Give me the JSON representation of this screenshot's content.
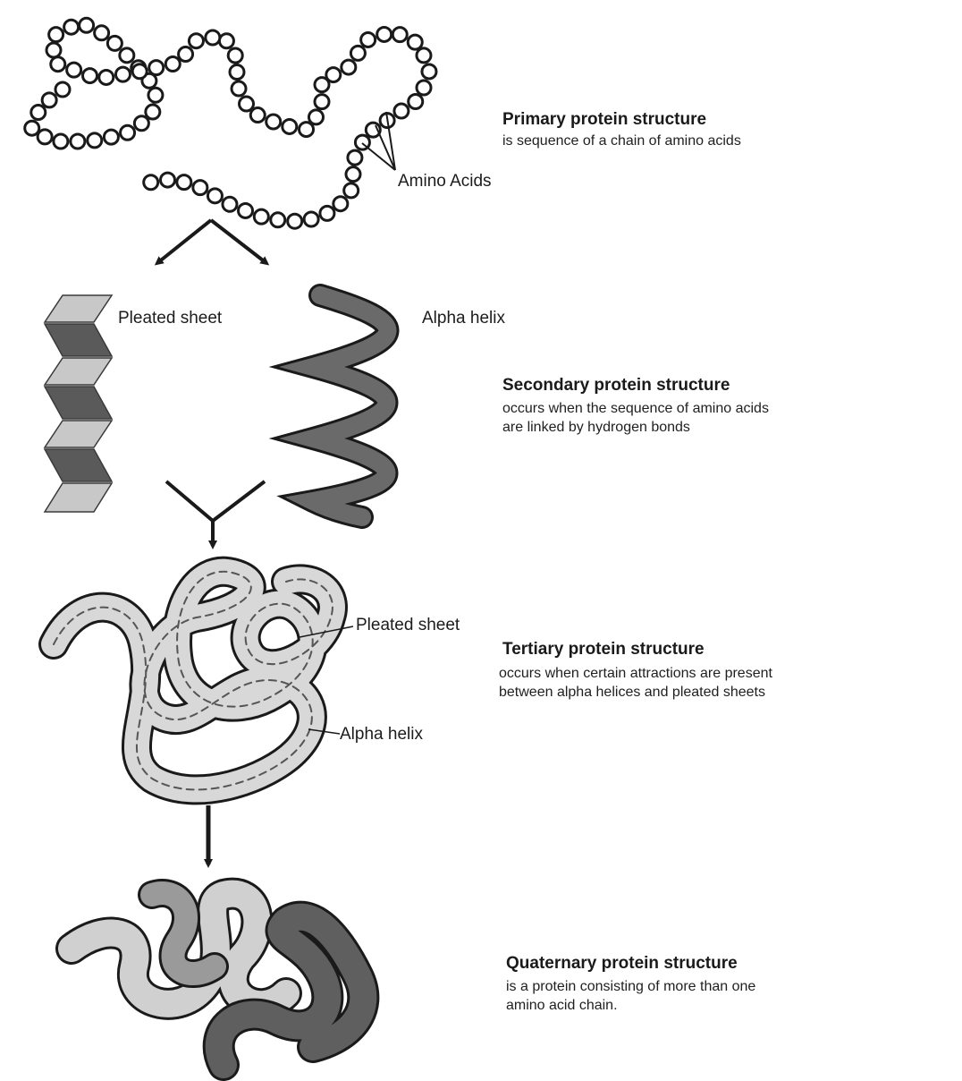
{
  "primary": {
    "title": "Primary protein structure",
    "desc": [
      "is sequence of a chain of amino acids"
    ],
    "label": "Amino Acids"
  },
  "secondary": {
    "title": "Secondary protein structure",
    "desc": [
      "occurs when the sequence of amino acids",
      "are linked by hydrogen bonds"
    ],
    "sheet_label": "Pleated sheet",
    "helix_label": "Alpha helix"
  },
  "tertiary": {
    "title": "Tertiary protein structure",
    "desc": [
      "occurs when certain attractions are present",
      "between alpha helices and pleated sheets"
    ],
    "sheet_label": "Pleated sheet",
    "helix_label": "Alpha helix"
  },
  "quaternary": {
    "title": "Quaternary protein structure",
    "desc": [
      "is a protein consisting of more than one",
      "amino acid chain."
    ]
  },
  "colors": {
    "line": "#1a1a1a",
    "dark_fill": "#5a5a5a",
    "light_fill": "#c8c8c8",
    "mid_fill": "#8c8c8c"
  }
}
